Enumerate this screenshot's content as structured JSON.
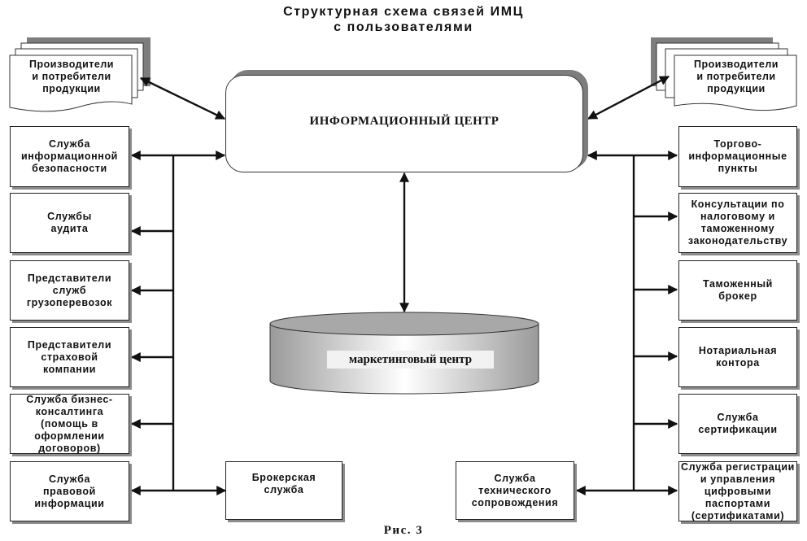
{
  "title": {
    "line1": "Структурная схема связей ИМЦ",
    "line2": "с пользователями"
  },
  "top_documents": {
    "left": "Производители\nи потребители\nпродукции",
    "right": "Производители\nи потребители\nпродукции"
  },
  "info_center": {
    "label": "ИНФОРМАЦИОННЫЙ ЦЕНТР"
  },
  "marketing_center": {
    "label": "маркетинговый центр"
  },
  "left_boxes": [
    {
      "label": "Служба\nинформационной\nбезопасности"
    },
    {
      "label": "Службы\nаудита"
    },
    {
      "label": "Представители\nслужб\nгрузоперевозок"
    },
    {
      "label": "Представители\nстраховой\nкомпании"
    },
    {
      "label": "Служба бизнес-\nконсалтинга\n(помощь в\nоформлении\nдоговоров)"
    },
    {
      "label": "Служба\nправовой\nинформации"
    }
  ],
  "right_boxes": [
    {
      "label": "Торгово-\nинформационные\nпункты"
    },
    {
      "label": "Консультации по\nналоговому и\nтаможенному\nзаконодательству"
    },
    {
      "label": "Таможенный\nброкер"
    },
    {
      "label": "Нотариальная\nконтора"
    },
    {
      "label": "Служба\nсертификации"
    },
    {
      "label": "Служба регистрации\nи управления\nцифровыми\nпаспортами\n(сертификатами)"
    }
  ],
  "bottom_boxes": {
    "broker": "Брокерская\nслужба",
    "tech_support": "Служба\nтехнического\nсопровождения"
  },
  "caption": "Рис. 3"
}
